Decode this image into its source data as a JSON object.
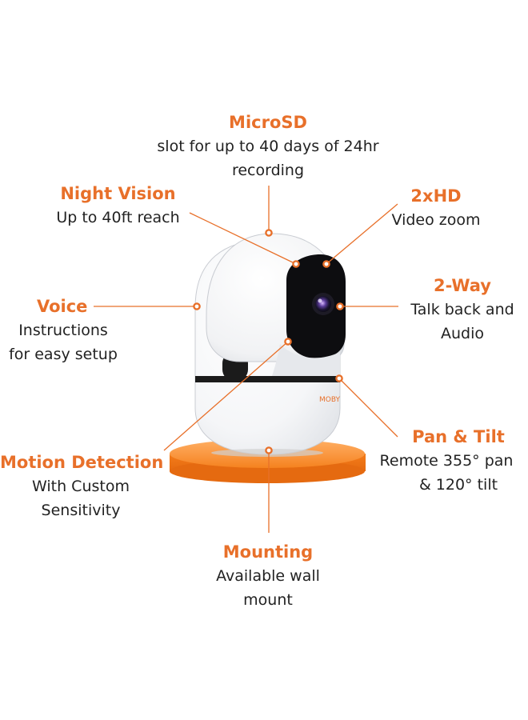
{
  "accent_color": "#E8702A",
  "product": {
    "brand_logo": "MOBY"
  },
  "features": {
    "microsd": {
      "title": "MicroSD",
      "desc_line1": "slot for up to 40 days of 24hr",
      "desc_line2": "recording"
    },
    "night_vision": {
      "title": "Night Vision",
      "desc_line1": "Up to 40ft reach"
    },
    "hd": {
      "title": "2xHD",
      "desc_line1": "Video zoom"
    },
    "voice": {
      "title": "Voice",
      "desc_line1": "Instructions",
      "desc_line2": "for easy setup"
    },
    "two_way": {
      "title": "2-Way",
      "desc_line1": "Talk back and",
      "desc_line2": "Audio"
    },
    "pan_tilt": {
      "title": "Pan & Tilt",
      "desc_line1": "Remote  355° pan",
      "desc_line2": "& 120° tilt"
    },
    "motion": {
      "title": "Motion Detection",
      "desc_line1": "With Custom",
      "desc_line2": "Sensitivity"
    },
    "mounting": {
      "title": "Mounting",
      "desc_line1": "Available wall",
      "desc_line2": "mount"
    }
  }
}
